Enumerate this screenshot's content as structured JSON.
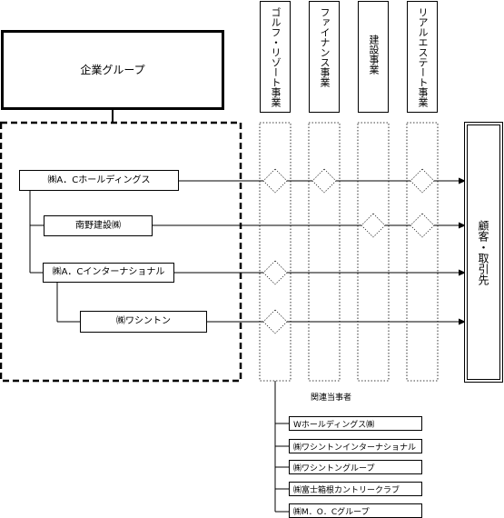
{
  "group": {
    "title": "企業グループ",
    "companies": [
      "㈱A．Cホールディングス",
      "南野建設㈱",
      "㈱A．Cインターナショナル",
      "㈱ワシントン"
    ]
  },
  "businesses": [
    "ゴルフ・リゾート事業",
    "ファイナンス事業",
    "建設事業",
    "リアルエステート事業"
  ],
  "customer_label": "顧客・取引先",
  "related_label": "関連当事者",
  "related_parties": [
    "Wホールディングス㈱",
    "㈱ワシントンインターナショナル",
    "㈱ワシントングループ",
    "㈱富士箱根カントリークラブ",
    "㈱M．O．Cグループ"
  ]
}
